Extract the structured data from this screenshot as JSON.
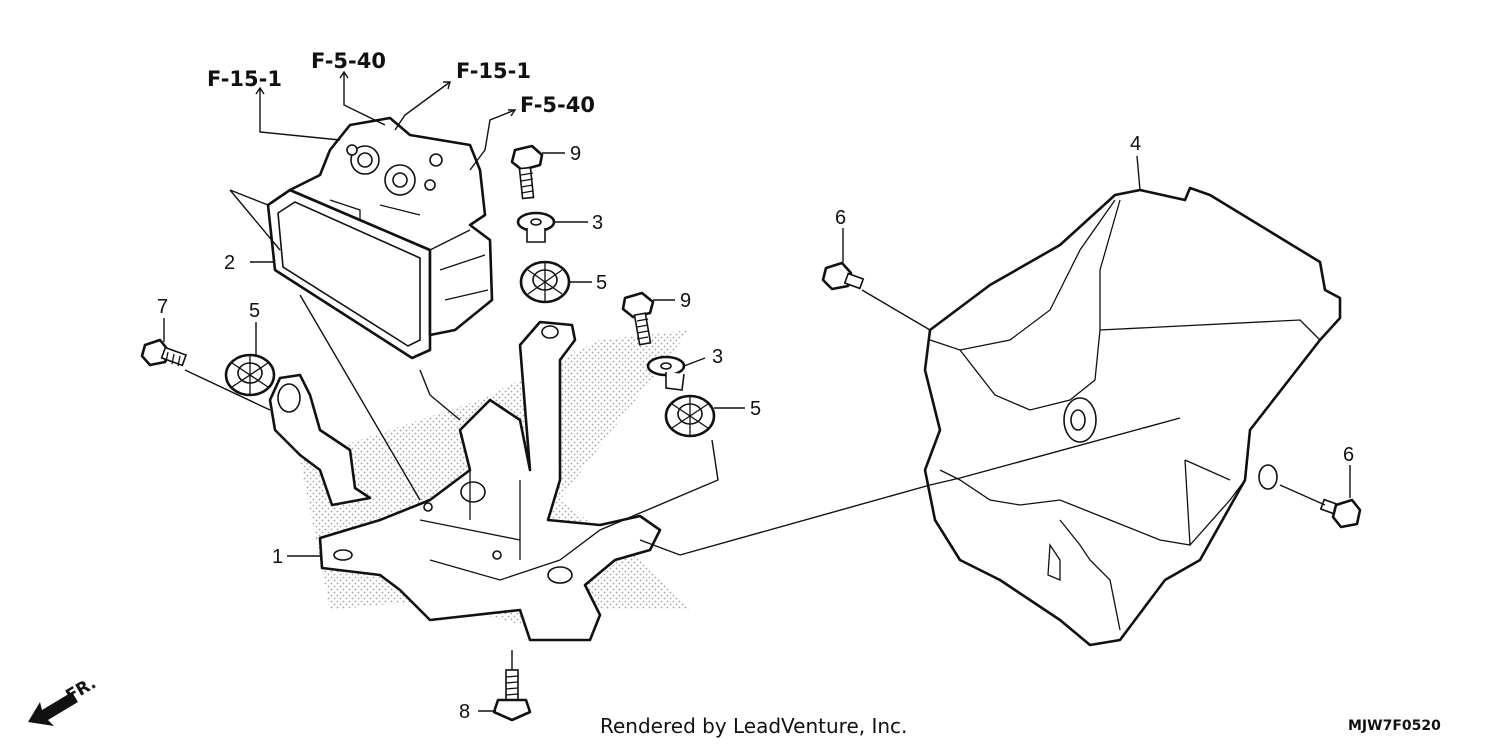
{
  "diagram": {
    "ref_labels": {
      "f15_1_left": "F-15-1",
      "f5_40_top": "F-5-40",
      "f15_1_right": "F-15-1",
      "f5_40_right": "F-5-40"
    },
    "part_numbers": {
      "p1": "1",
      "p2": "2",
      "p3_top": "3",
      "p3_mid": "3",
      "p4": "4",
      "p5_left": "5",
      "p5_top": "5",
      "p5_mid": "5",
      "p6_left": "6",
      "p6_right": "6",
      "p7": "7",
      "p8": "8",
      "p9_top": "9",
      "p9_mid": "9"
    },
    "direction_label": "FR.",
    "footer_text": "Rendered by LeadVenture, Inc.",
    "diagram_code": "MJW7F0520"
  }
}
